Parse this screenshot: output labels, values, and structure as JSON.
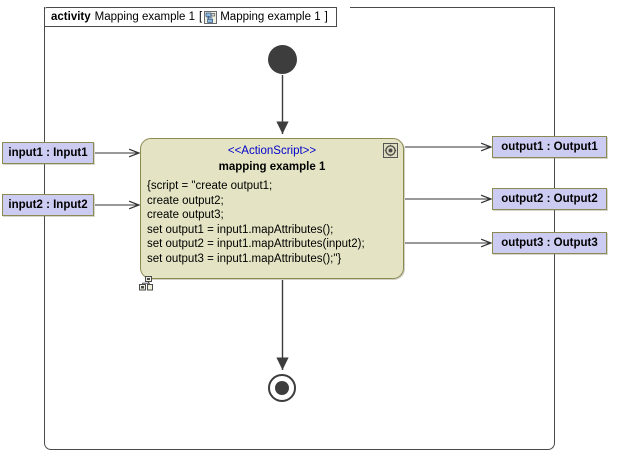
{
  "frame": {
    "keyword": "activity",
    "name": "Mapping example 1",
    "bracket_open": "[",
    "bracket_close": "]",
    "inner_name": "Mapping example 1",
    "icon": "activity-diagram-icon"
  },
  "action": {
    "stereotype": "<<ActionScript>>",
    "title": "mapping example 1",
    "script_lines": [
      "{script = \"create output1;",
      "create output2;",
      "create output3;",
      "set output1 = input1.mapAttributes();",
      "set output2 = input1.mapAttributes(input2);",
      "set output3 = input1.mapAttributes();\"}"
    ],
    "corner_icon": "gear-icon",
    "footer_icon": "structure-icon",
    "fill_color": "#e4e4c4",
    "border_color": "#8a8a52",
    "stereotype_color": "#0000cc"
  },
  "input_pins": [
    {
      "label": "input1 : Input1"
    },
    {
      "label": "input2 : Input2"
    }
  ],
  "output_pins": [
    {
      "label": "output1 : Output1"
    },
    {
      "label": "output2 : Output2"
    },
    {
      "label": "output3 : Output3"
    }
  ],
  "nodes": {
    "initial": "initial-node",
    "final": "activity-final-node"
  },
  "colors": {
    "pin_fill": "#ccccf2",
    "pin_border": "#8a8a52",
    "node_dark": "#3d3d3d",
    "frame_border": "#4a4a4a",
    "edge": "#333333"
  }
}
